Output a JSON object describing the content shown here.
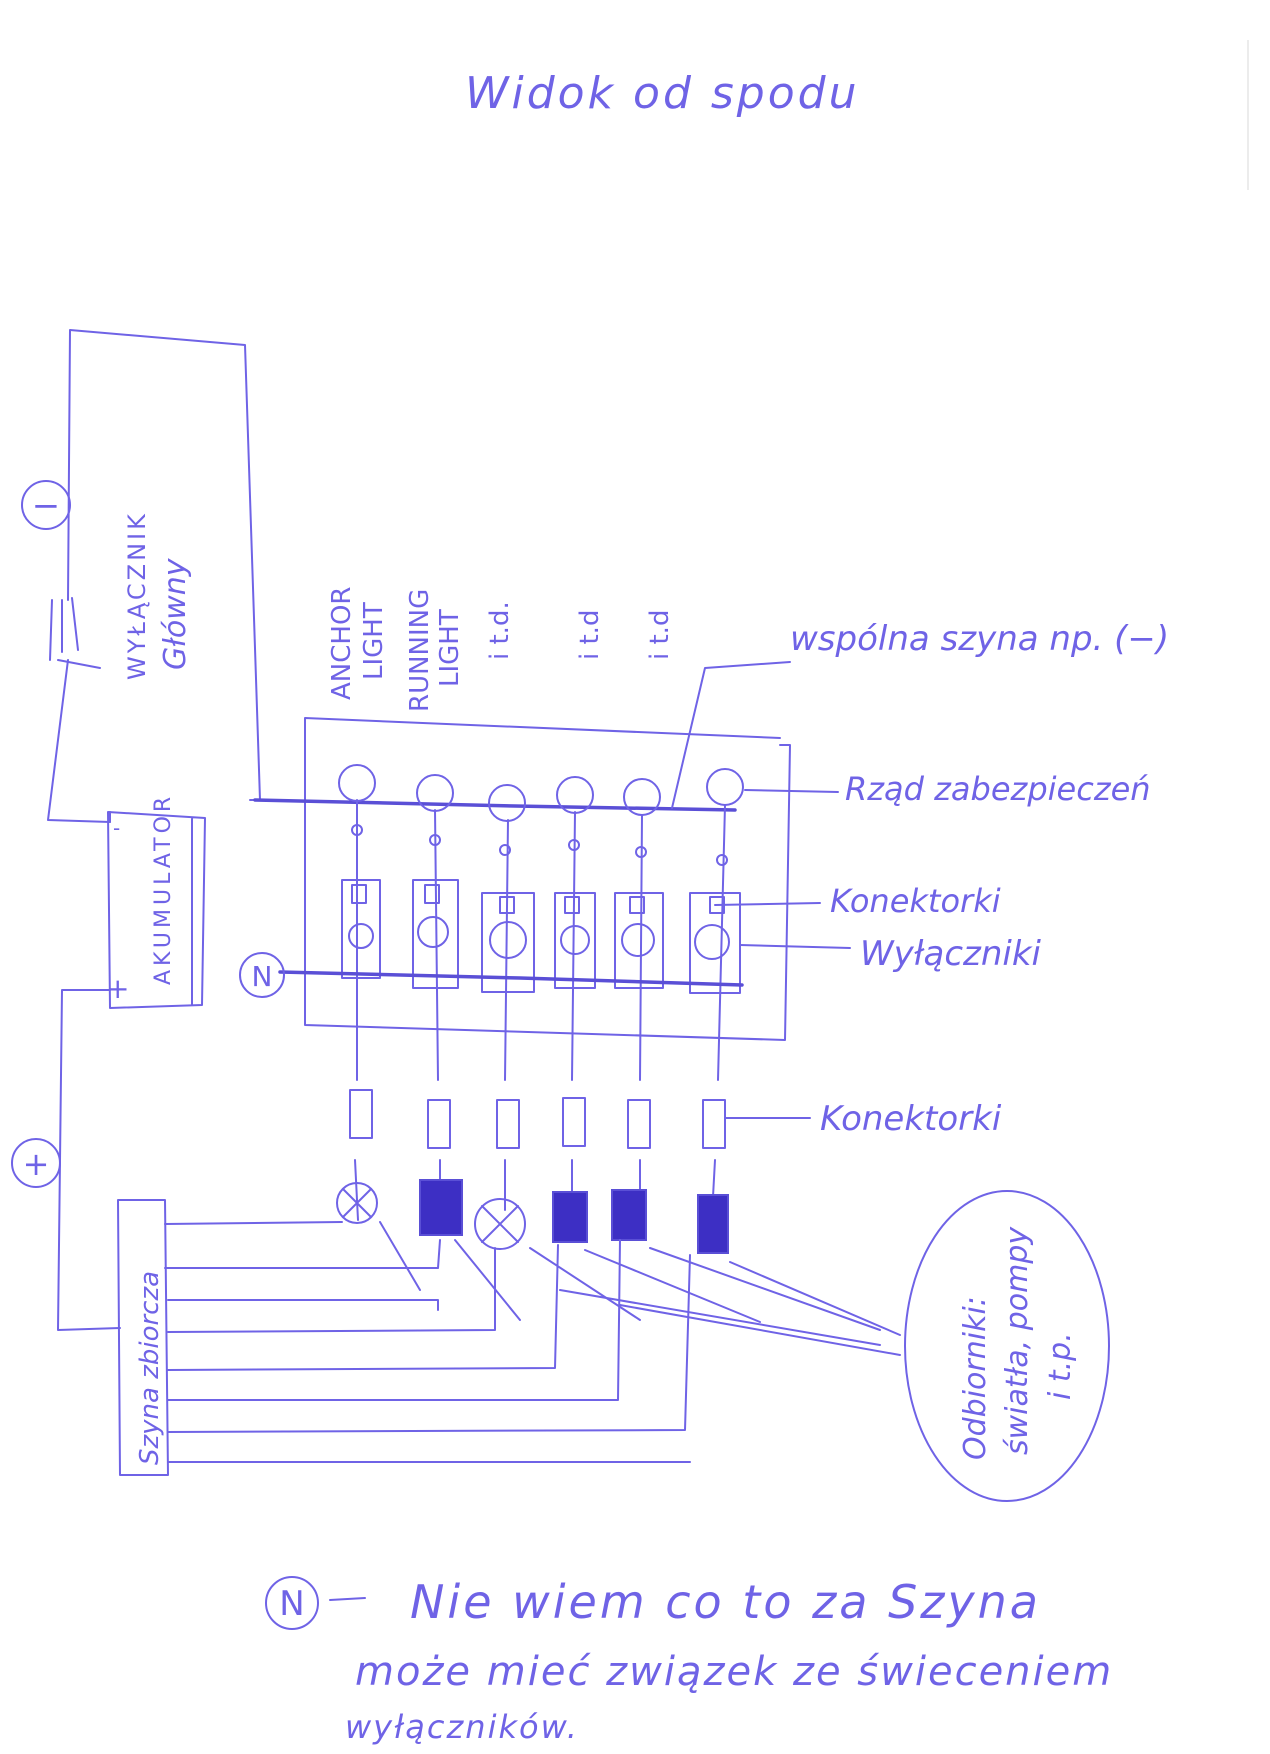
{
  "title": "Widok od spodu",
  "labels": {
    "minus_symbol": "−",
    "plus_symbol": "+",
    "main_switch_line1": "WYŁĄCZNIK",
    "main_switch_line2": "Główny",
    "battery": "AKUMULATOR",
    "battery_minus": "-",
    "battery_plus": "+",
    "n_symbol": "N",
    "circuit_1_line1": "ANCHOR",
    "circuit_1_line2": "LIGHT",
    "circuit_2_line1": "RUNNING",
    "circuit_2_line2": "LIGHT",
    "circuit_3": "i t.d.",
    "circuit_4": "i t.d",
    "circuit_5": "i t.d",
    "common_bus": "wspólna szyna np. (−)",
    "fuse_row": "Rząd zabezpieczeń",
    "connectors_upper": "Konektorki",
    "switches": "Wyłączniki",
    "connectors_lower": "Konektorki",
    "collector_bus": "Szyna zbiorcza",
    "loads_line1": "Odbiorniki:",
    "loads_line2": "światła, pompy",
    "loads_line3": "i t.p.",
    "note_line1": "Nie wiem co to za Szyna",
    "note_line2": "może mieć związek ze świeceniem",
    "note_line3": "wyłączników."
  },
  "colors": {
    "ink": "#6f63e6",
    "ink_dark": "#3d2fc4",
    "paper": "#ffffff"
  }
}
